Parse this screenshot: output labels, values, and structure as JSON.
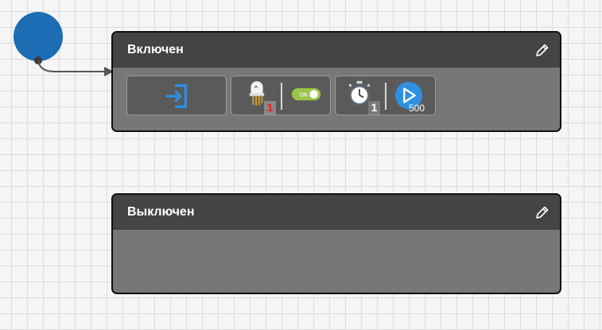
{
  "states": [
    {
      "title": "Включен",
      "actions": {
        "enter_icon": "enter-icon",
        "led_channel": "1",
        "switch_label": "ON",
        "timer_channel": "1",
        "play_value": "500"
      }
    },
    {
      "title": "Выключен"
    }
  ],
  "colors": {
    "start_node": "#1c6db3",
    "state_body": "#777777",
    "state_header": "#444444",
    "accent_blue": "#2f8fe0",
    "badge_red": "#e81818"
  },
  "icons": [
    "enter-icon",
    "led-icon",
    "switch-icon",
    "stopwatch-icon",
    "play-icon",
    "pencil-icon"
  ]
}
